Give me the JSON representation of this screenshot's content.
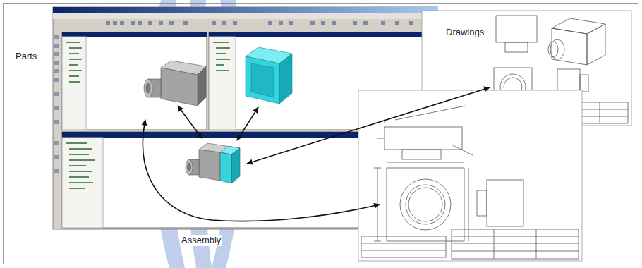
{
  "diagram": {
    "labels": [
      "Parts",
      "Drawings",
      "Assembly"
    ]
  }
}
